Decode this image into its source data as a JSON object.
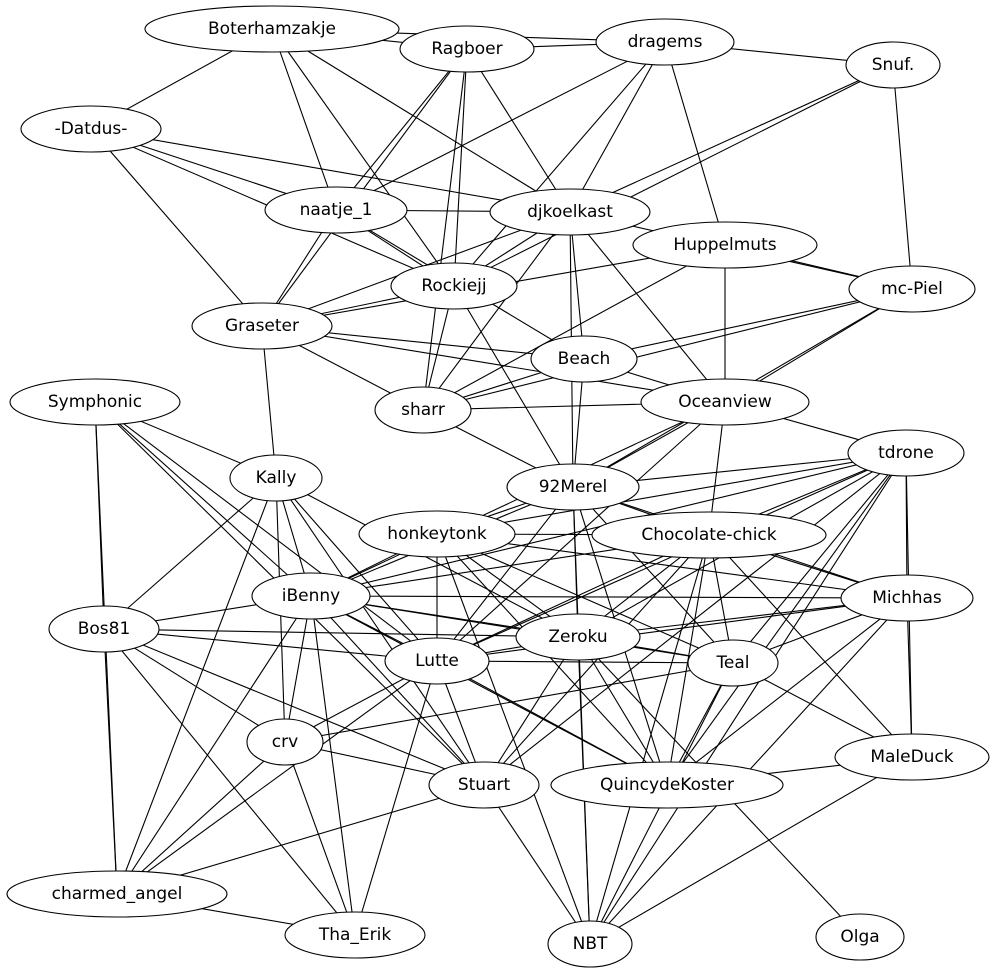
{
  "colors": {
    "background": "#ffffff",
    "stroke": "#000000",
    "text": "#000000"
  },
  "graph": {
    "nodes": [
      {
        "id": "boterhamzakje",
        "label": "Boterhamzakje"
      },
      {
        "id": "ragboer",
        "label": "Ragboer"
      },
      {
        "id": "dragems",
        "label": "dragems"
      },
      {
        "id": "snuf",
        "label": "Snuf."
      },
      {
        "id": "datdus",
        "label": "-Datdus-"
      },
      {
        "id": "naatje",
        "label": "naatje_1"
      },
      {
        "id": "djkoelkast",
        "label": "djkoelkast"
      },
      {
        "id": "huppelmuts",
        "label": "Huppelmuts"
      },
      {
        "id": "rockiejj",
        "label": "Rockiejj"
      },
      {
        "id": "mcpiel",
        "label": "mc-Piel"
      },
      {
        "id": "graseter",
        "label": "Graseter"
      },
      {
        "id": "beach",
        "label": "Beach"
      },
      {
        "id": "symphonic",
        "label": "Symphonic"
      },
      {
        "id": "sharr",
        "label": "sharr"
      },
      {
        "id": "oceanview",
        "label": "Oceanview"
      },
      {
        "id": "tdrone",
        "label": "tdrone"
      },
      {
        "id": "kally",
        "label": "Kally"
      },
      {
        "id": "merel",
        "label": "92Merel"
      },
      {
        "id": "honkeytonk",
        "label": "honkeytonk"
      },
      {
        "id": "chocolate",
        "label": "Chocolate-chick"
      },
      {
        "id": "ibenny",
        "label": "iBenny"
      },
      {
        "id": "michhas",
        "label": "Michhas"
      },
      {
        "id": "bos81",
        "label": "Bos81"
      },
      {
        "id": "zeroku",
        "label": "Zeroku"
      },
      {
        "id": "lutte",
        "label": "Lutte"
      },
      {
        "id": "teal",
        "label": "Teal"
      },
      {
        "id": "crv",
        "label": "crv"
      },
      {
        "id": "maleduck",
        "label": "MaleDuck"
      },
      {
        "id": "stuart",
        "label": "Stuart"
      },
      {
        "id": "quincy",
        "label": "QuincydeKoster"
      },
      {
        "id": "charmed",
        "label": "charmed_angel"
      },
      {
        "id": "thaerik",
        "label": "Tha_Erik"
      },
      {
        "id": "nbt",
        "label": "NBT"
      },
      {
        "id": "olga",
        "label": "Olga"
      }
    ],
    "edges": [
      [
        "boterhamzakje",
        "ragboer"
      ],
      [
        "boterhamzakje",
        "dragems"
      ],
      [
        "boterhamzakje",
        "datdus"
      ],
      [
        "boterhamzakje",
        "naatje"
      ],
      [
        "boterhamzakje",
        "rockiejj"
      ],
      [
        "boterhamzakje",
        "djkoelkast"
      ],
      [
        "ragboer",
        "dragems"
      ],
      [
        "ragboer",
        "naatje"
      ],
      [
        "ragboer",
        "rockiejj"
      ],
      [
        "ragboer",
        "djkoelkast"
      ],
      [
        "ragboer",
        "graseter"
      ],
      [
        "ragboer",
        "sharr"
      ],
      [
        "dragems",
        "snuf"
      ],
      [
        "dragems",
        "naatje"
      ],
      [
        "dragems",
        "djkoelkast"
      ],
      [
        "dragems",
        "huppelmuts"
      ],
      [
        "dragems",
        "rockiejj"
      ],
      [
        "snuf",
        "djkoelkast"
      ],
      [
        "snuf",
        "rockiejj"
      ],
      [
        "snuf",
        "mcpiel"
      ],
      [
        "datdus",
        "naatje"
      ],
      [
        "datdus",
        "rockiejj"
      ],
      [
        "datdus",
        "djkoelkast"
      ],
      [
        "datdus",
        "graseter"
      ],
      [
        "naatje",
        "djkoelkast"
      ],
      [
        "naatje",
        "rockiejj"
      ],
      [
        "naatje",
        "graseter"
      ],
      [
        "naatje",
        "beach"
      ],
      [
        "djkoelkast",
        "rockiejj"
      ],
      [
        "djkoelkast",
        "graseter"
      ],
      [
        "djkoelkast",
        "beach"
      ],
      [
        "djkoelkast",
        "sharr"
      ],
      [
        "djkoelkast",
        "oceanview"
      ],
      [
        "djkoelkast",
        "mcpiel"
      ],
      [
        "djkoelkast",
        "merel"
      ],
      [
        "huppelmuts",
        "graseter"
      ],
      [
        "huppelmuts",
        "mcpiel"
      ],
      [
        "huppelmuts",
        "sharr"
      ],
      [
        "huppelmuts",
        "oceanview"
      ],
      [
        "rockiejj",
        "graseter"
      ],
      [
        "rockiejj",
        "sharr"
      ],
      [
        "rockiejj",
        "merel"
      ],
      [
        "mcpiel",
        "beach"
      ],
      [
        "mcpiel",
        "sharr"
      ],
      [
        "mcpiel",
        "merel"
      ],
      [
        "mcpiel",
        "oceanview"
      ],
      [
        "graseter",
        "beach"
      ],
      [
        "graseter",
        "oceanview"
      ],
      [
        "graseter",
        "sharr"
      ],
      [
        "graseter",
        "kally"
      ],
      [
        "beach",
        "sharr"
      ],
      [
        "beach",
        "merel"
      ],
      [
        "beach",
        "oceanview"
      ],
      [
        "sharr",
        "oceanview"
      ],
      [
        "sharr",
        "merel"
      ],
      [
        "oceanview",
        "tdrone"
      ],
      [
        "oceanview",
        "merel"
      ],
      [
        "oceanview",
        "chocolate"
      ],
      [
        "oceanview",
        "ibenny"
      ],
      [
        "oceanview",
        "lutte"
      ],
      [
        "symphonic",
        "kally"
      ],
      [
        "symphonic",
        "ibenny"
      ],
      [
        "symphonic",
        "bos81"
      ],
      [
        "symphonic",
        "charmed"
      ],
      [
        "symphonic",
        "stuart"
      ],
      [
        "symphonic",
        "lutte"
      ],
      [
        "kally",
        "ibenny"
      ],
      [
        "kally",
        "bos81"
      ],
      [
        "kally",
        "lutte"
      ],
      [
        "kally",
        "zeroku"
      ],
      [
        "kally",
        "crv"
      ],
      [
        "kally",
        "charmed"
      ],
      [
        "kally",
        "stuart"
      ],
      [
        "tdrone",
        "merel"
      ],
      [
        "tdrone",
        "honkeytonk"
      ],
      [
        "tdrone",
        "chocolate"
      ],
      [
        "tdrone",
        "ibenny"
      ],
      [
        "tdrone",
        "michhas"
      ],
      [
        "tdrone",
        "zeroku"
      ],
      [
        "tdrone",
        "lutte"
      ],
      [
        "tdrone",
        "teal"
      ],
      [
        "tdrone",
        "maleduck"
      ],
      [
        "tdrone",
        "quincy"
      ],
      [
        "tdrone",
        "nbt"
      ],
      [
        "tdrone",
        "stuart"
      ],
      [
        "merel",
        "honkeytonk"
      ],
      [
        "merel",
        "chocolate"
      ],
      [
        "merel",
        "ibenny"
      ],
      [
        "merel",
        "michhas"
      ],
      [
        "merel",
        "zeroku"
      ],
      [
        "merel",
        "lutte"
      ],
      [
        "merel",
        "teal"
      ],
      [
        "merel",
        "quincy"
      ],
      [
        "merel",
        "nbt"
      ],
      [
        "honkeytonk",
        "chocolate"
      ],
      [
        "honkeytonk",
        "ibenny"
      ],
      [
        "honkeytonk",
        "zeroku"
      ],
      [
        "honkeytonk",
        "lutte"
      ],
      [
        "honkeytonk",
        "teal"
      ],
      [
        "honkeytonk",
        "michhas"
      ],
      [
        "honkeytonk",
        "quincy"
      ],
      [
        "honkeytonk",
        "nbt"
      ],
      [
        "chocolate",
        "ibenny"
      ],
      [
        "chocolate",
        "michhas"
      ],
      [
        "chocolate",
        "zeroku"
      ],
      [
        "chocolate",
        "lutte"
      ],
      [
        "chocolate",
        "teal"
      ],
      [
        "chocolate",
        "quincy"
      ],
      [
        "chocolate",
        "stuart"
      ],
      [
        "chocolate",
        "maleduck"
      ],
      [
        "chocolate",
        "nbt"
      ],
      [
        "ibenny",
        "bos81"
      ],
      [
        "ibenny",
        "michhas"
      ],
      [
        "ibenny",
        "zeroku"
      ],
      [
        "ibenny",
        "lutte"
      ],
      [
        "ibenny",
        "teal"
      ],
      [
        "ibenny",
        "crv"
      ],
      [
        "ibenny",
        "stuart"
      ],
      [
        "ibenny",
        "quincy"
      ],
      [
        "ibenny",
        "charmed"
      ],
      [
        "ibenny",
        "thaerik"
      ],
      [
        "michhas",
        "zeroku"
      ],
      [
        "michhas",
        "lutte"
      ],
      [
        "michhas",
        "teal"
      ],
      [
        "michhas",
        "maleduck"
      ],
      [
        "michhas",
        "quincy"
      ],
      [
        "michhas",
        "nbt"
      ],
      [
        "bos81",
        "lutte"
      ],
      [
        "bos81",
        "zeroku"
      ],
      [
        "bos81",
        "crv"
      ],
      [
        "bos81",
        "stuart"
      ],
      [
        "bos81",
        "charmed"
      ],
      [
        "bos81",
        "thaerik"
      ],
      [
        "zeroku",
        "lutte"
      ],
      [
        "zeroku",
        "teal"
      ],
      [
        "zeroku",
        "stuart"
      ],
      [
        "zeroku",
        "quincy"
      ],
      [
        "zeroku",
        "olga"
      ],
      [
        "zeroku",
        "nbt"
      ],
      [
        "lutte",
        "teal"
      ],
      [
        "lutte",
        "crv"
      ],
      [
        "lutte",
        "stuart"
      ],
      [
        "lutte",
        "quincy"
      ],
      [
        "lutte",
        "charmed"
      ],
      [
        "lutte",
        "thaerik"
      ],
      [
        "teal",
        "maleduck"
      ],
      [
        "teal",
        "quincy"
      ],
      [
        "teal",
        "crv"
      ],
      [
        "teal",
        "nbt"
      ],
      [
        "crv",
        "stuart"
      ],
      [
        "crv",
        "charmed"
      ],
      [
        "crv",
        "thaerik"
      ],
      [
        "maleduck",
        "quincy"
      ],
      [
        "maleduck",
        "nbt"
      ],
      [
        "stuart",
        "charmed"
      ],
      [
        "stuart",
        "nbt"
      ],
      [
        "charmed",
        "thaerik"
      ]
    ]
  }
}
